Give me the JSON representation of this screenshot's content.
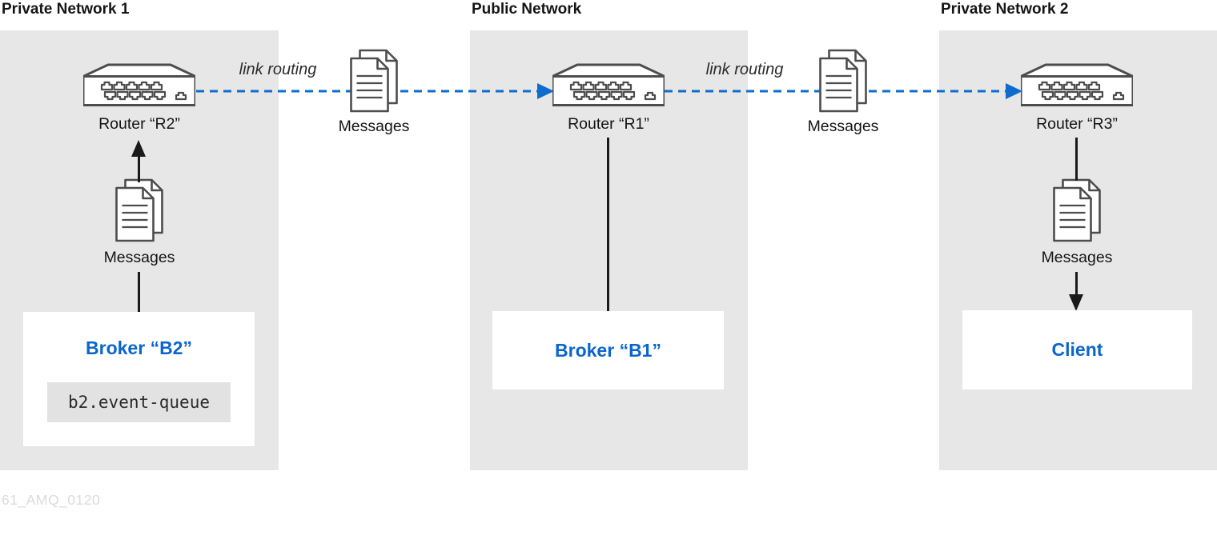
{
  "diagram_id": "61_AMQ_0120",
  "colors": {
    "accent_blue": "#0d6cce",
    "node_text_blue": "#0a66cc",
    "panel_background": "#e7e7e7",
    "icon_outline": "#4d4d4d",
    "line_black": "#1a1a1a",
    "text_dark": "#151515",
    "queue_background": "#e2e2e2",
    "watermark_gray": "#dbdbdb"
  },
  "icons": {
    "router": "network-switch-icon",
    "messages": "documents-stack-icon",
    "link_arrow": "dashed-blue-arrow-right",
    "flow_arrow_up": "solid-black-arrow-up",
    "flow_arrow_down": "solid-black-arrow-down"
  },
  "panels": [
    {
      "title": "Private Network 1",
      "router_label": "Router “R2”",
      "messages_label": "Messages",
      "broker": {
        "label": "Broker “B2”",
        "queue_label": "b2.event-queue"
      }
    },
    {
      "title": "Public Network",
      "router_label": "Router “R1”",
      "broker": {
        "label": "Broker “B1”"
      }
    },
    {
      "title": "Private Network 2",
      "router_label": "Router “R3”",
      "messages_label": "Messages",
      "client": {
        "label": "Client"
      }
    }
  ],
  "links": [
    {
      "label": "link routing",
      "messages_label": "Messages",
      "from": "Router “R2”",
      "to": "Router “R1”"
    },
    {
      "label": "link routing",
      "messages_label": "Messages",
      "from": "Router “R1”",
      "to": "Router “R3”"
    }
  ]
}
